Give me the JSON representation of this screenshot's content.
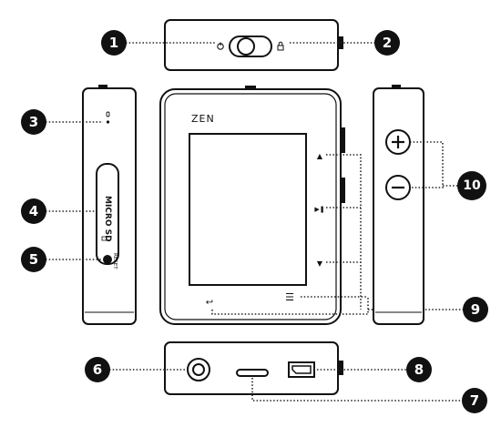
{
  "device": {
    "brand_label": "ZEN",
    "microsd_label": "MICRO SD",
    "reset_label": "RESET"
  },
  "callouts": [
    {
      "number": "1"
    },
    {
      "number": "2"
    },
    {
      "number": "3"
    },
    {
      "number": "4"
    },
    {
      "number": "5"
    },
    {
      "number": "6"
    },
    {
      "number": "7"
    },
    {
      "number": "8"
    },
    {
      "number": "9"
    },
    {
      "number": "10"
    }
  ],
  "glyphs": {
    "up": "▲",
    "down": "▼",
    "play_pause": "▶❚",
    "menu": "☰",
    "back": "↩",
    "power_icon": "power-icon",
    "lock_icon": "lock-icon",
    "mic_icon": "microphone-icon"
  },
  "colors": {
    "outline": "#111111",
    "badge": "#111111",
    "leader": "#222222"
  }
}
